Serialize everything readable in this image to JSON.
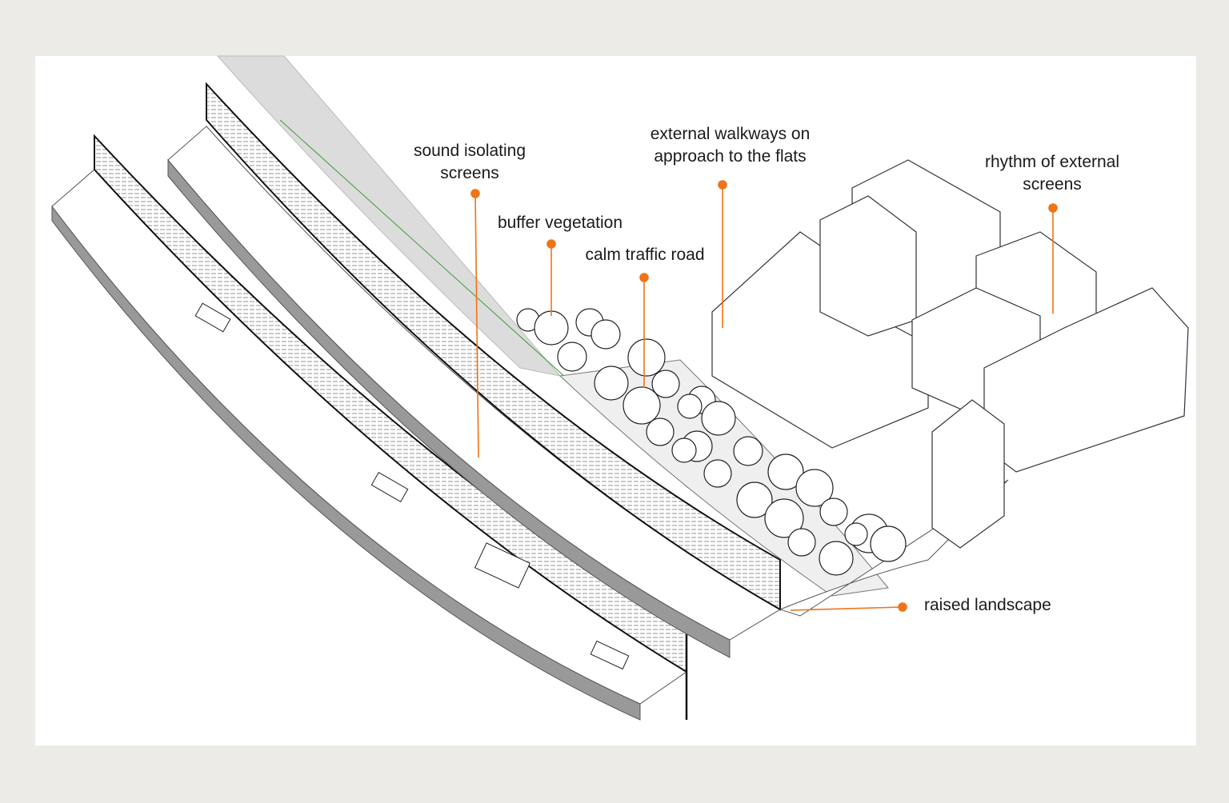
{
  "labels": {
    "sound_screens": [
      "sound isolating",
      "screens"
    ],
    "buffer_vegetation": "buffer vegetation",
    "calm_road": "calm traffic road",
    "walkways": [
      "external walkways on",
      "approach to the flats"
    ],
    "rhythm": [
      "rhythm of external",
      "screens"
    ],
    "raised_landscape": "raised landscape"
  },
  "colors": {
    "accent": "#ee7418",
    "background": "#ecebe8",
    "panel": "#ffffff",
    "side_face": "#9a9a9a"
  }
}
